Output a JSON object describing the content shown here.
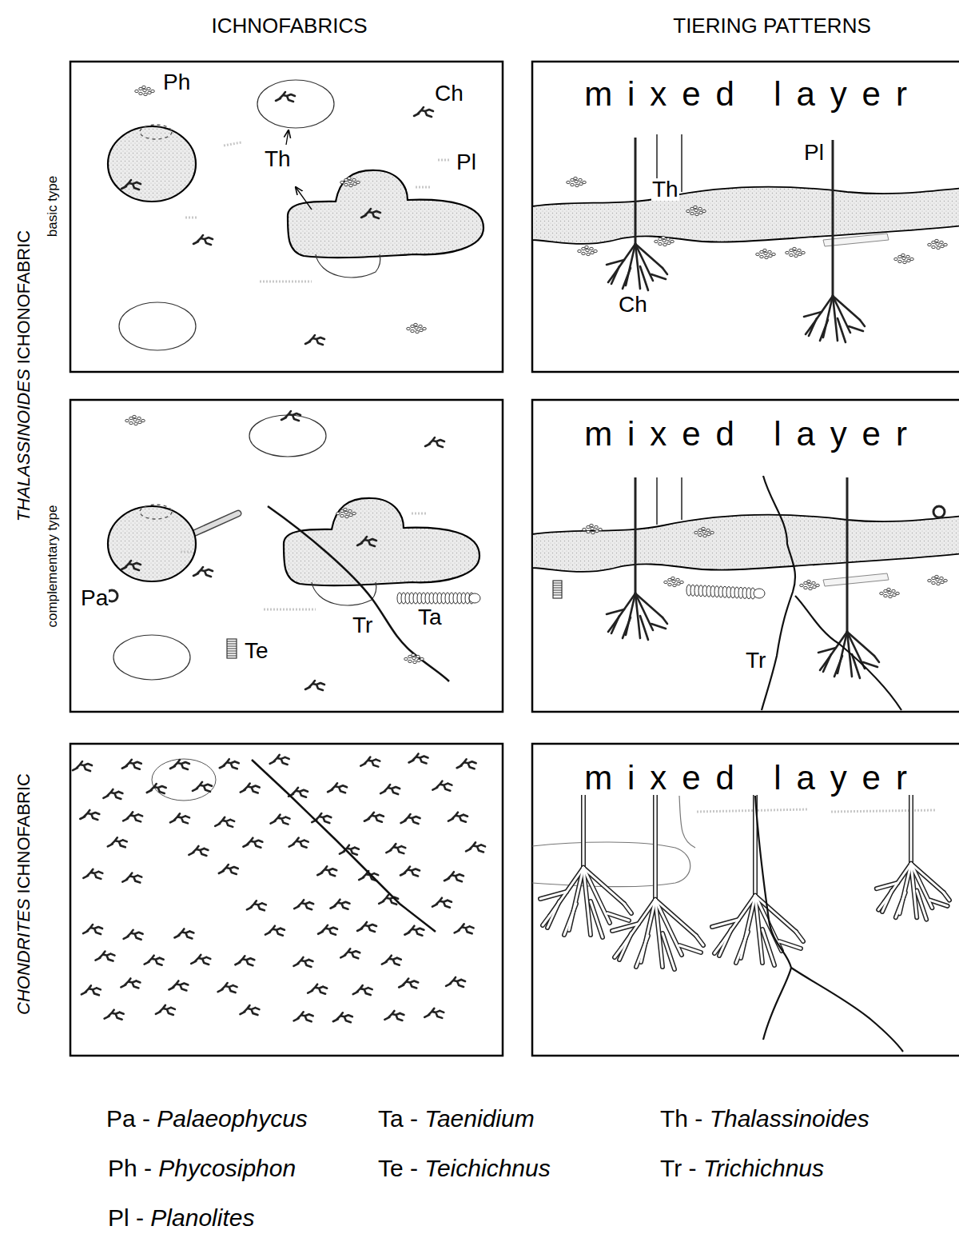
{
  "diagram": {
    "nodes": [
      {
        "text": [
          "Ph",
          "Th",
          "Ch",
          "Pl"
        ]
      },
      {
        "text": [
          "mixed layer",
          "Th",
          "Pl",
          "Ch"
        ]
      },
      {
        "text": [
          "Pa",
          "Tr",
          "Ta",
          "Te"
        ]
      },
      {
        "text": [
          "mixed layer",
          "Tr"
        ]
      },
      {
        "text": [
          "mixed layer"
        ]
      }
    ],
    "labels": [
      "ICHNOFABRICS",
      "TIERING PATTERNS",
      "THALASSINOIDES ICHONOFABRIC",
      "basic type",
      "complementary type",
      "CHONDRITES ICHNOFABRIC",
      "Pa - Palaeophycus",
      "Ta - Taenidium",
      "Th - Thalassinoides",
      "Ph - Phycosiphon",
      "Te - Teichichnus",
      "Tr - Trichichnus",
      "Pl - Planolites"
    ]
  }
}
